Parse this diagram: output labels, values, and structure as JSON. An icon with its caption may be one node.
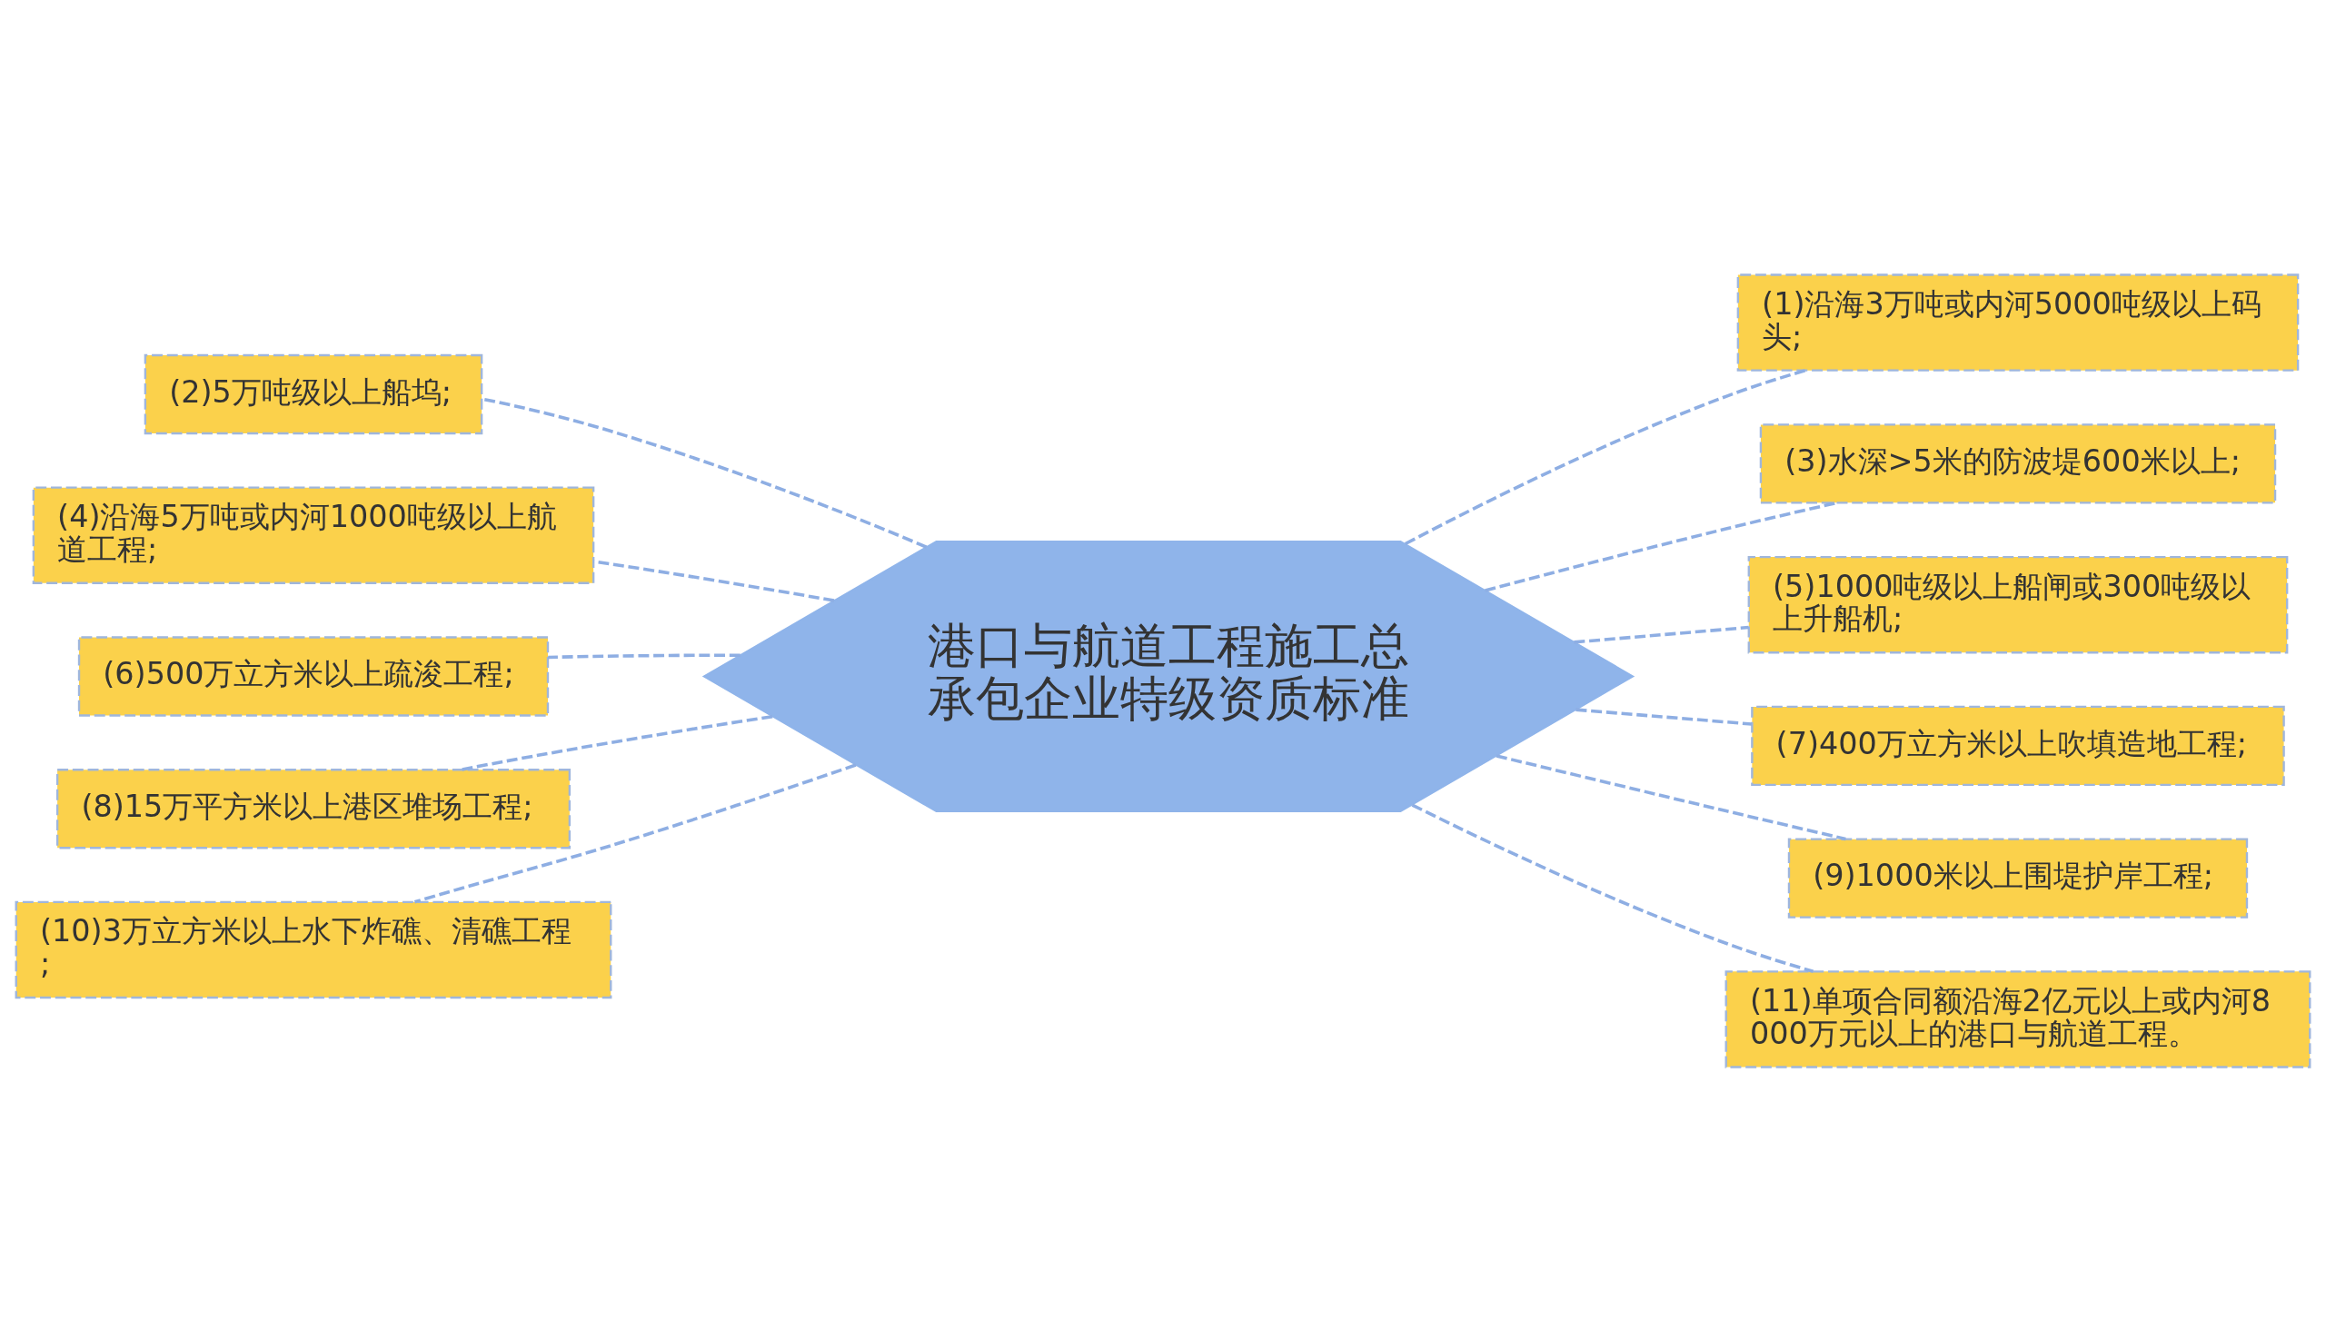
{
  "diagram": {
    "nodes": [
      {
        "text": [
          "港口与航道工程施工总承包企业特级资质标准"
        ]
      },
      {
        "text": [
          "(1)沿海3万吨或内河5000吨级以上码头;"
        ]
      },
      {
        "text": [
          "(2)5万吨级以上船坞;"
        ]
      },
      {
        "text": [
          "(3)水深>5米的防波堤600米以上;"
        ]
      },
      {
        "text": [
          "(4)沿海5万吨或内河1000吨级以上航道工程;"
        ]
      },
      {
        "text": [
          "(5)1000吨级以上船闸或300吨级以上升船机;"
        ]
      },
      {
        "text": [
          "(6)500万立方米以上疏浚工程;"
        ]
      },
      {
        "text": [
          "(7)400万立方米以上吹填造地工程;"
        ]
      },
      {
        "text": [
          "(8)15万平方米以上港区堆场工程;"
        ]
      },
      {
        "text": [
          "(9)1000米以上围堤护岸工程;"
        ]
      },
      {
        "text": [
          "(10)3万立方米以上水下炸礁、清礁工程;"
        ]
      },
      {
        "text": [
          "(11)单项合同额沿海2亿元以上或内河8000万元以上的港口与航道工程。"
        ]
      }
    ],
    "edges": [
      {
        "from": 0,
        "to": 1,
        "arrow": "none"
      },
      {
        "from": 0,
        "to": 2,
        "arrow": "none"
      },
      {
        "from": 0,
        "to": 3,
        "arrow": "none"
      },
      {
        "from": 0,
        "to": 4,
        "arrow": "none"
      },
      {
        "from": 0,
        "to": 5,
        "arrow": "none"
      },
      {
        "from": 0,
        "to": 6,
        "arrow": "none"
      },
      {
        "from": 0,
        "to": 7,
        "arrow": "none"
      },
      {
        "from": 0,
        "to": 8,
        "arrow": "none"
      },
      {
        "from": 0,
        "to": 9,
        "arrow": "none"
      },
      {
        "from": 0,
        "to": 10,
        "arrow": "none"
      },
      {
        "from": 0,
        "to": 11,
        "arrow": "none"
      }
    ]
  }
}
